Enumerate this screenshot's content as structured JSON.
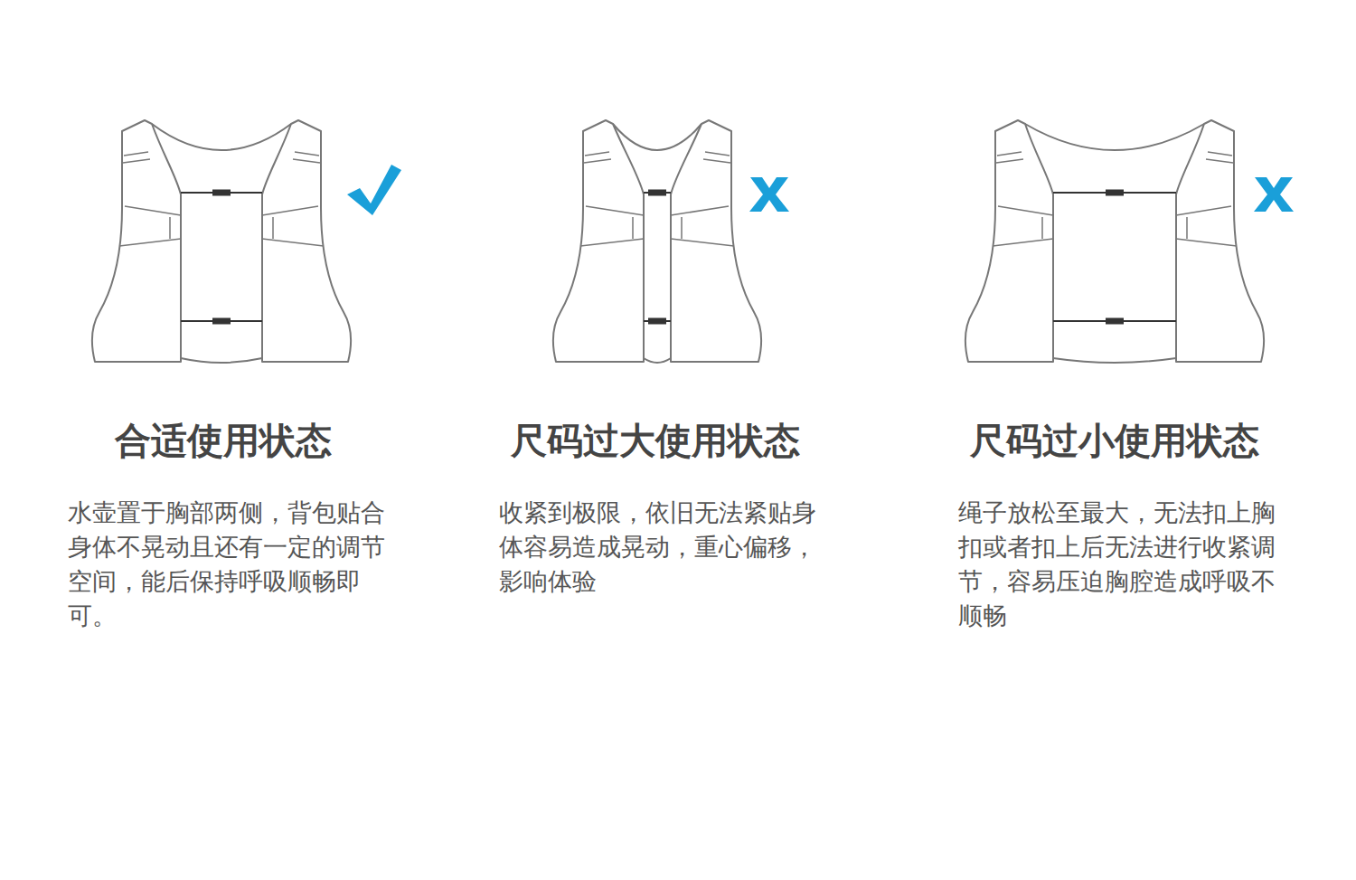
{
  "diagram": {
    "labels": [
      "合适使用状态",
      "水壶置于胸部两侧，背包贴合身体不晃动且还有一定的调节空间，能后保持呼吸顺畅即可。",
      "尺码过大使用状态",
      "收紧到极限，依旧无法紧贴身体容易造成晃动，重心偏移，影响体验",
      "尺码过小使用状态",
      "绳子放松至最大，无法扣上胸扣或者扣上后无法进行收紧调节，容易压迫胸腔造成呼吸不顺畅"
    ]
  }
}
